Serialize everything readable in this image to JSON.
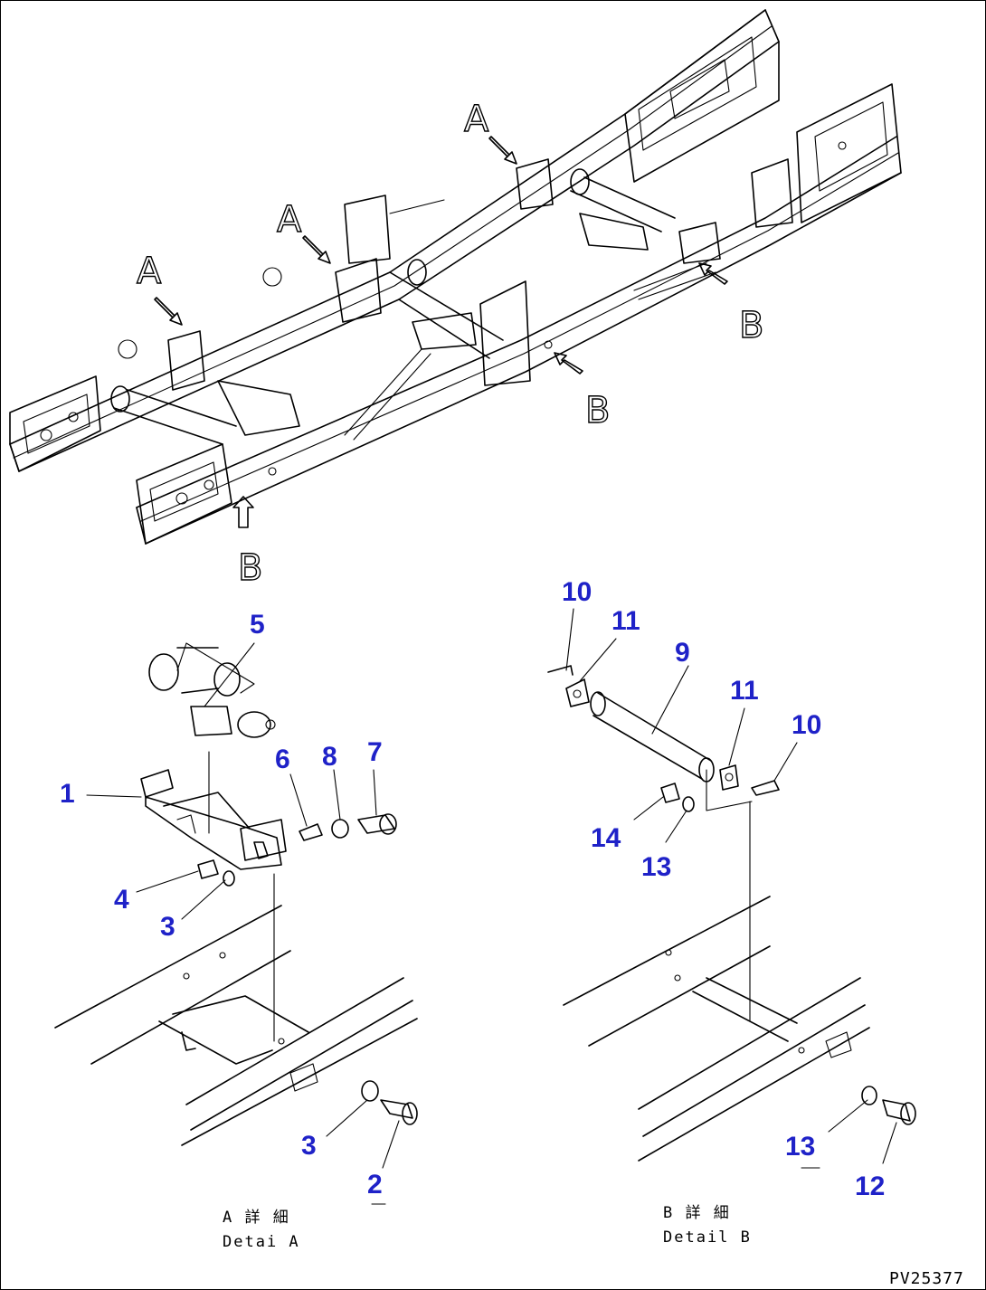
{
  "view_markers": {
    "a1": "A",
    "a2": "A",
    "a3": "A",
    "b1": "B",
    "b2": "B",
    "b3": "B"
  },
  "detail_a": {
    "caption_jp": "A 詳 細",
    "caption_en": "Detai A",
    "callouts": {
      "c1": "1",
      "c2": "2",
      "c3a": "3",
      "c3b": "3",
      "c4": "4",
      "c5": "5",
      "c6": "6",
      "c7": "7",
      "c8": "8"
    }
  },
  "detail_b": {
    "caption_jp": "B 詳 細",
    "caption_en": "Detail B",
    "callouts": {
      "c9": "9",
      "c10a": "10",
      "c10b": "10",
      "c11a": "11",
      "c11b": "11",
      "c12": "12",
      "c13a": "13",
      "c13b": "13",
      "c14": "14"
    }
  },
  "drawing_code": "PV25377",
  "colors": {
    "callout": "#1f22c8",
    "line": "#000000"
  }
}
